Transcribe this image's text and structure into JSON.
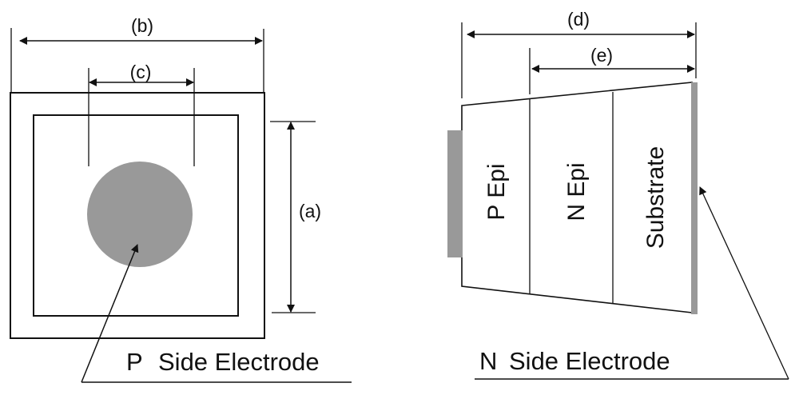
{
  "diagram": {
    "top_view": {
      "dimensions": {
        "a": "(a)",
        "b": "(b)",
        "c": "(c)"
      },
      "electrode_label_letter": "P",
      "electrode_label_text": "Side Electrode",
      "electrode_color": "#999999"
    },
    "side_view": {
      "dimensions": {
        "d": "(d)",
        "e": "(e)"
      },
      "layers": [
        "P Epi",
        "N Epi",
        "Substrate"
      ],
      "electrode_label_letter": "N",
      "electrode_label_text": "Side Electrode",
      "electrode_color": "#999999"
    },
    "line_color": "#111111"
  }
}
